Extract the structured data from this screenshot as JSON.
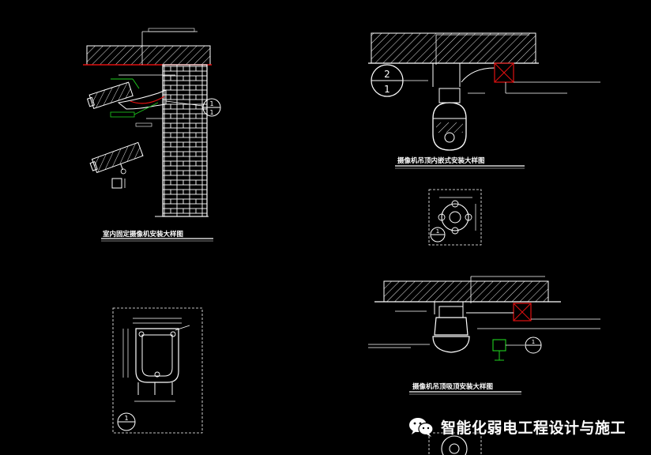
{
  "captions": {
    "indoor_fixed": "室内固定摄像机安装大样图",
    "dome_ceiling_top": "摄像机吊顶内嵌式安装大样图",
    "dome_ceiling_bottom": "摄像机吊顶吸顶安装大样图"
  },
  "callouts": {
    "c1": {
      "top": "1",
      "bottom": "1"
    },
    "c2": {
      "top": "2",
      "bottom": "1"
    },
    "c3": {
      "top": "1",
      "bottom": ""
    },
    "c4": {
      "top": "1",
      "bottom": ""
    },
    "c5": {
      "top": "1",
      "bottom": ""
    }
  },
  "watermark": {
    "text": "智能化弱电工程设计与施工",
    "icon": "wechat-icon"
  },
  "colors": {
    "line": "#ffffff",
    "red": "#e01010",
    "green": "#1fd11f",
    "background": "#000000"
  }
}
